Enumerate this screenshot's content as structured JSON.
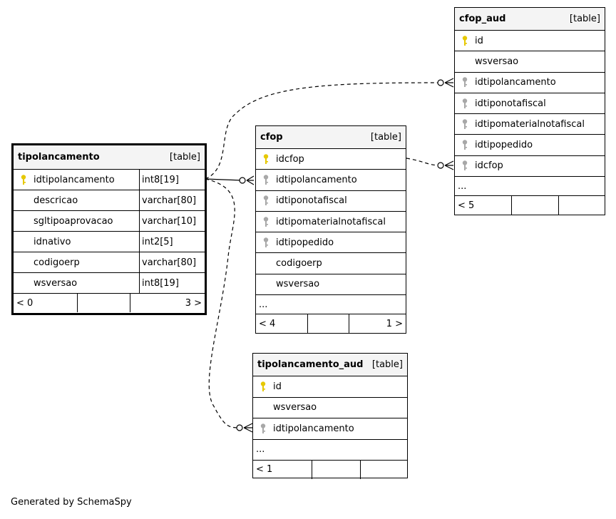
{
  "footer_text": "Generated by SchemaSpy",
  "colors": {
    "primary_key": "#e6c800",
    "foreign_key": "#a8a8a8",
    "header_bg": "#f4f4f4"
  },
  "tables": {
    "tipolancamento": {
      "name": "tipolancamento",
      "kind": "[table]",
      "columns": [
        {
          "name": "idtipolancamento",
          "type": "int8[19]",
          "key": "primary-key-icon"
        },
        {
          "name": "descricao",
          "type": "varchar[80]"
        },
        {
          "name": "sgltipoaprovacao",
          "type": "varchar[10]"
        },
        {
          "name": "idnativo",
          "type": "int2[5]"
        },
        {
          "name": "codigoerp",
          "type": "varchar[80]"
        },
        {
          "name": "wsversao",
          "type": "int8[19]"
        }
      ],
      "footer": [
        "< 0",
        "",
        "3 >"
      ]
    },
    "cfop": {
      "name": "cfop",
      "kind": "[table]",
      "columns": [
        {
          "name": "idcfop",
          "key": "primary-key-icon"
        },
        {
          "name": "idtipolancamento",
          "key": "foreign-key-icon"
        },
        {
          "name": "idtiponotafiscal",
          "key": "foreign-key-icon"
        },
        {
          "name": "idtipomaterialnotafiscal",
          "key": "foreign-key-icon"
        },
        {
          "name": "idtipopedido",
          "key": "foreign-key-icon"
        },
        {
          "name": "codigoerp"
        },
        {
          "name": "wsversao"
        }
      ],
      "ellipsis": "...",
      "footer": [
        "< 4",
        "",
        "1 >"
      ]
    },
    "cfop_aud": {
      "name": "cfop_aud",
      "kind": "[table]",
      "columns": [
        {
          "name": "id",
          "key": "primary-key-icon"
        },
        {
          "name": "wsversao"
        },
        {
          "name": "idtipolancamento",
          "key": "foreign-key-icon"
        },
        {
          "name": "idtiponotafiscal",
          "key": "foreign-key-icon"
        },
        {
          "name": "idtipomaterialnotafiscal",
          "key": "foreign-key-icon"
        },
        {
          "name": "idtipopedido",
          "key": "foreign-key-icon"
        },
        {
          "name": "idcfop",
          "key": "foreign-key-icon"
        }
      ],
      "ellipsis": "...",
      "footer": [
        "< 5",
        "",
        ""
      ]
    },
    "tipolancamento_aud": {
      "name": "tipolancamento_aud",
      "kind": "[table]",
      "columns": [
        {
          "name": "id",
          "key": "primary-key-icon"
        },
        {
          "name": "wsversao"
        },
        {
          "name": "idtipolancamento",
          "key": "foreign-key-icon"
        }
      ],
      "ellipsis": "...",
      "footer": [
        "< 1",
        "",
        ""
      ]
    }
  }
}
